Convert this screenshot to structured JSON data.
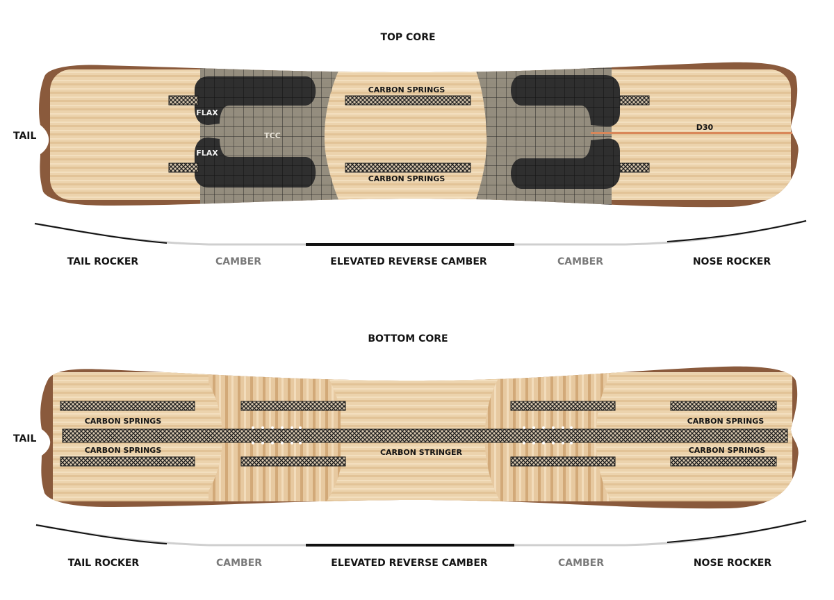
{
  "colors": {
    "edge": "#8a5a3c",
    "wood_light": "#ecd3ad",
    "wood_mid": "#dcb98b",
    "wood_dark": "#c99e6d",
    "mesh_fill": "#8a8478",
    "pad_fill": "#2f2f2f",
    "carbon_fill": "#d6c6ad",
    "carbon_line": "#1d1d1d",
    "d30_line": "#d9875a",
    "text": "#141414",
    "text_muted": "#7a7a7a",
    "profile_light": "#cfcfcf",
    "profile_dark": "#111111"
  },
  "top": {
    "title": "TOP CORE",
    "tail_label": "TAIL",
    "flax_upper": "FLAX",
    "flax_lower": "FLAX",
    "tcc": "TCC",
    "carbon_springs_upper": "CARBON SPRINGS",
    "carbon_springs_lower": "CARBON SPRINGS",
    "d30": "D30",
    "profile": {
      "tail_rocker": "TAIL ROCKER",
      "camber_left": "CAMBER",
      "elevated": "ELEVATED REVERSE CAMBER",
      "camber_right": "CAMBER",
      "nose_rocker": "NOSE ROCKER"
    }
  },
  "bottom": {
    "title": "BOTTOM CORE",
    "tail_label": "TAIL",
    "carbon_springs_tl": "CARBON SPRINGS",
    "carbon_springs_bl": "CARBON SPRINGS",
    "carbon_springs_tr": "CARBON SPRINGS",
    "carbon_springs_br": "CARBON SPRINGS",
    "carbon_stringer": "CARBON STRINGER",
    "profile": {
      "tail_rocker": "TAIL ROCKER",
      "camber_left": "CAMBER",
      "elevated": "ELEVATED REVERSE CAMBER",
      "camber_right": "CAMBER",
      "nose_rocker": "NOSE ROCKER"
    }
  }
}
